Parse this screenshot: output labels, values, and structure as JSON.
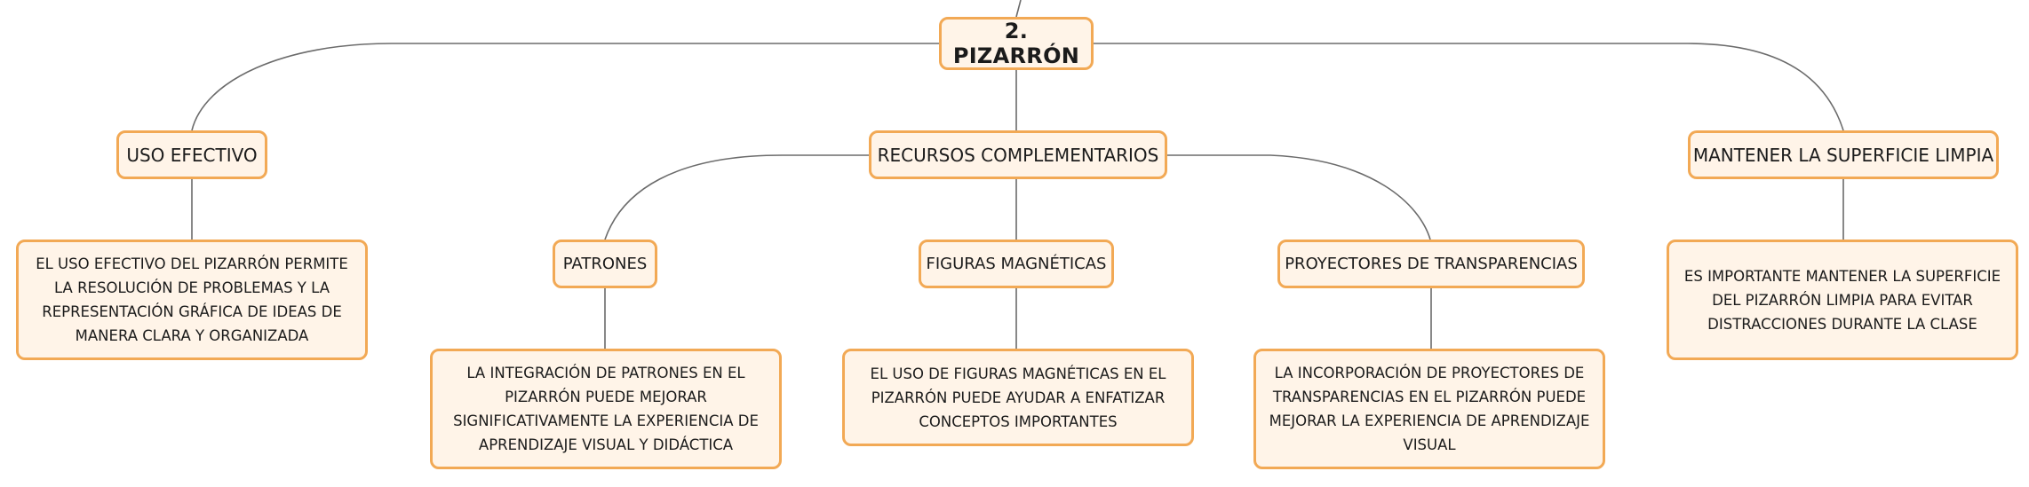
{
  "map": {
    "root": {
      "title": "2. PIZARRÓN"
    },
    "topics": {
      "uso_efectivo": {
        "label": "USO EFECTIVO",
        "note": "EL USO EFECTIVO DEL PIZARRÓN PERMITE LA RESOLUCIÓN DE PROBLEMAS Y LA REPRESENTACIÓN GRÁFICA DE IDEAS DE MANERA CLARA Y ORGANIZADA"
      },
      "recursos": {
        "label": "RECURSOS COMPLEMENTARIOS",
        "subtopics": {
          "patrones": {
            "label": "PATRONES",
            "note": "LA INTEGRACIÓN DE PATRONES EN EL PIZARRÓN PUEDE MEJORAR SIGNIFICATIVAMENTE LA EXPERIENCIA DE APRENDIZAJE VISUAL Y DIDÁCTICA"
          },
          "figuras": {
            "label": "FIGURAS MAGNÉTICAS",
            "note": "EL USO DE FIGURAS MAGNÉTICAS EN EL PIZARRÓN PUEDE AYUDAR A ENFATIZAR CONCEPTOS IMPORTANTES"
          },
          "proyectores": {
            "label": "PROYECTORES DE TRANSPARENCIAS",
            "note": "LA INCORPORACIÓN DE PROYECTORES DE TRANSPARENCIAS EN EL PIZARRÓN PUEDE MEJORAR LA EXPERIENCIA DE APRENDIZAJE VISUAL"
          }
        }
      },
      "mantener": {
        "label": "MANTENER LA SUPERFICIE LIMPIA",
        "note": "ES IMPORTANTE MANTENER LA SUPERFICIE DEL PIZARRÓN LIMPIA PARA EVITAR DISTRACCIONES DURANTE LA CLASE"
      }
    }
  },
  "colors": {
    "node_fill": "#fff4e8",
    "node_border": "#f2a955",
    "connector": "#6b6b6b",
    "text": "#1b1b1b"
  }
}
